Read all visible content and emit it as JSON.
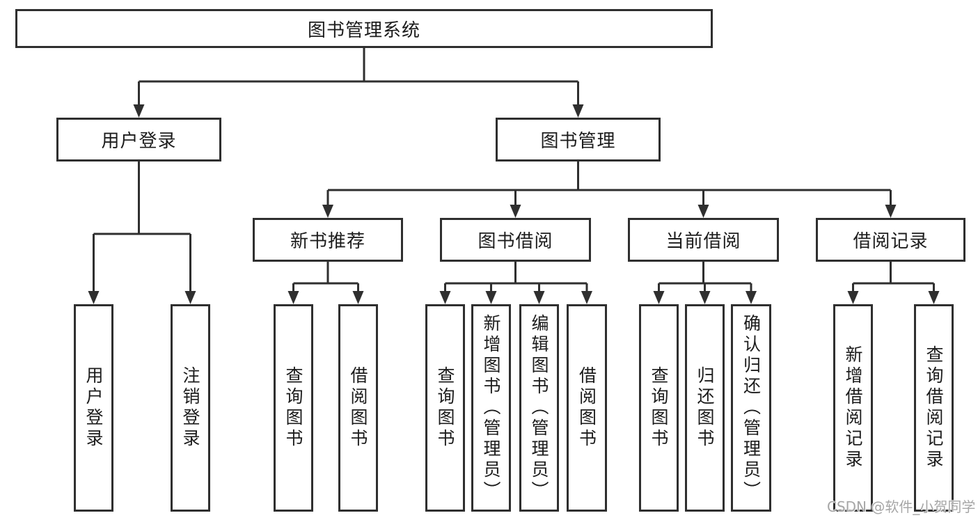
{
  "title_node": "图书管理系统",
  "branches": {
    "user_login": {
      "label": "用户登录",
      "children": [
        "用户登录",
        "注销登录"
      ]
    },
    "book_management": {
      "label": "图书管理",
      "groups": [
        {
          "label": "新书推荐",
          "children": [
            "查询图书",
            "借阅图书"
          ]
        },
        {
          "label": "图书借阅",
          "children": [
            "查询图书",
            "新增图书（管理员）",
            "编辑图书（管理员）",
            "借阅图书"
          ]
        },
        {
          "label": "当前借阅",
          "children": [
            "查询图书",
            "归还图书",
            "确认归还（管理员）"
          ]
        },
        {
          "label": "借阅记录",
          "children": [
            "新增借阅记录",
            "查询借阅记录"
          ]
        }
      ]
    }
  },
  "watermark": "CSDN @软件_小贺同学",
  "colors": {
    "line": "#2f2f2f",
    "text": "#1c1c1c",
    "background": "#ffffff",
    "watermark": "#a6a6a6"
  }
}
